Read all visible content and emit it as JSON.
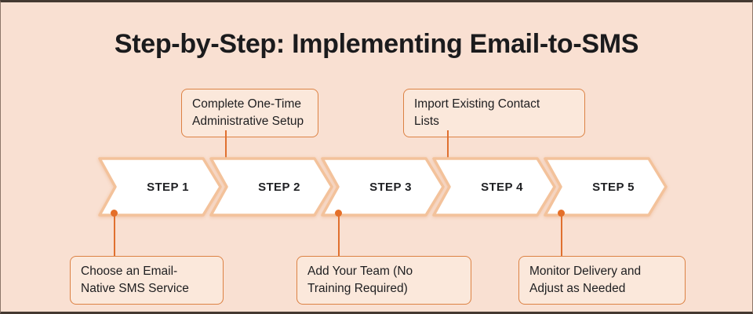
{
  "title": "Step-by-Step: Implementing Email-to-SMS",
  "steps": [
    "STEP 1",
    "STEP 2",
    "STEP 3",
    "STEP 4",
    "STEP 5"
  ],
  "callouts": {
    "top": [
      {
        "text": "Complete One-Time\nAdministrative Setup",
        "connects_to": "STEP 2"
      },
      {
        "text": "Import Existing Contact\nLists",
        "connects_to": "STEP 4"
      }
    ],
    "bottom": [
      {
        "text": "Choose an Email-\nNative SMS Service",
        "connects_to": "STEP 1"
      },
      {
        "text": "Add Your Team (No\nTraining Required)",
        "connects_to": "STEP 3"
      },
      {
        "text": "Monitor Delivery and\nAdjust as Needed",
        "connects_to": "STEP 5"
      }
    ]
  },
  "colors": {
    "background": "#f9e0d2",
    "chevron_fill": "#ffffff",
    "chevron_border": "#f3c29b",
    "connector_orange": "#e0702f",
    "callout_border": "#dc8244",
    "title_text": "#1b1b1d"
  }
}
